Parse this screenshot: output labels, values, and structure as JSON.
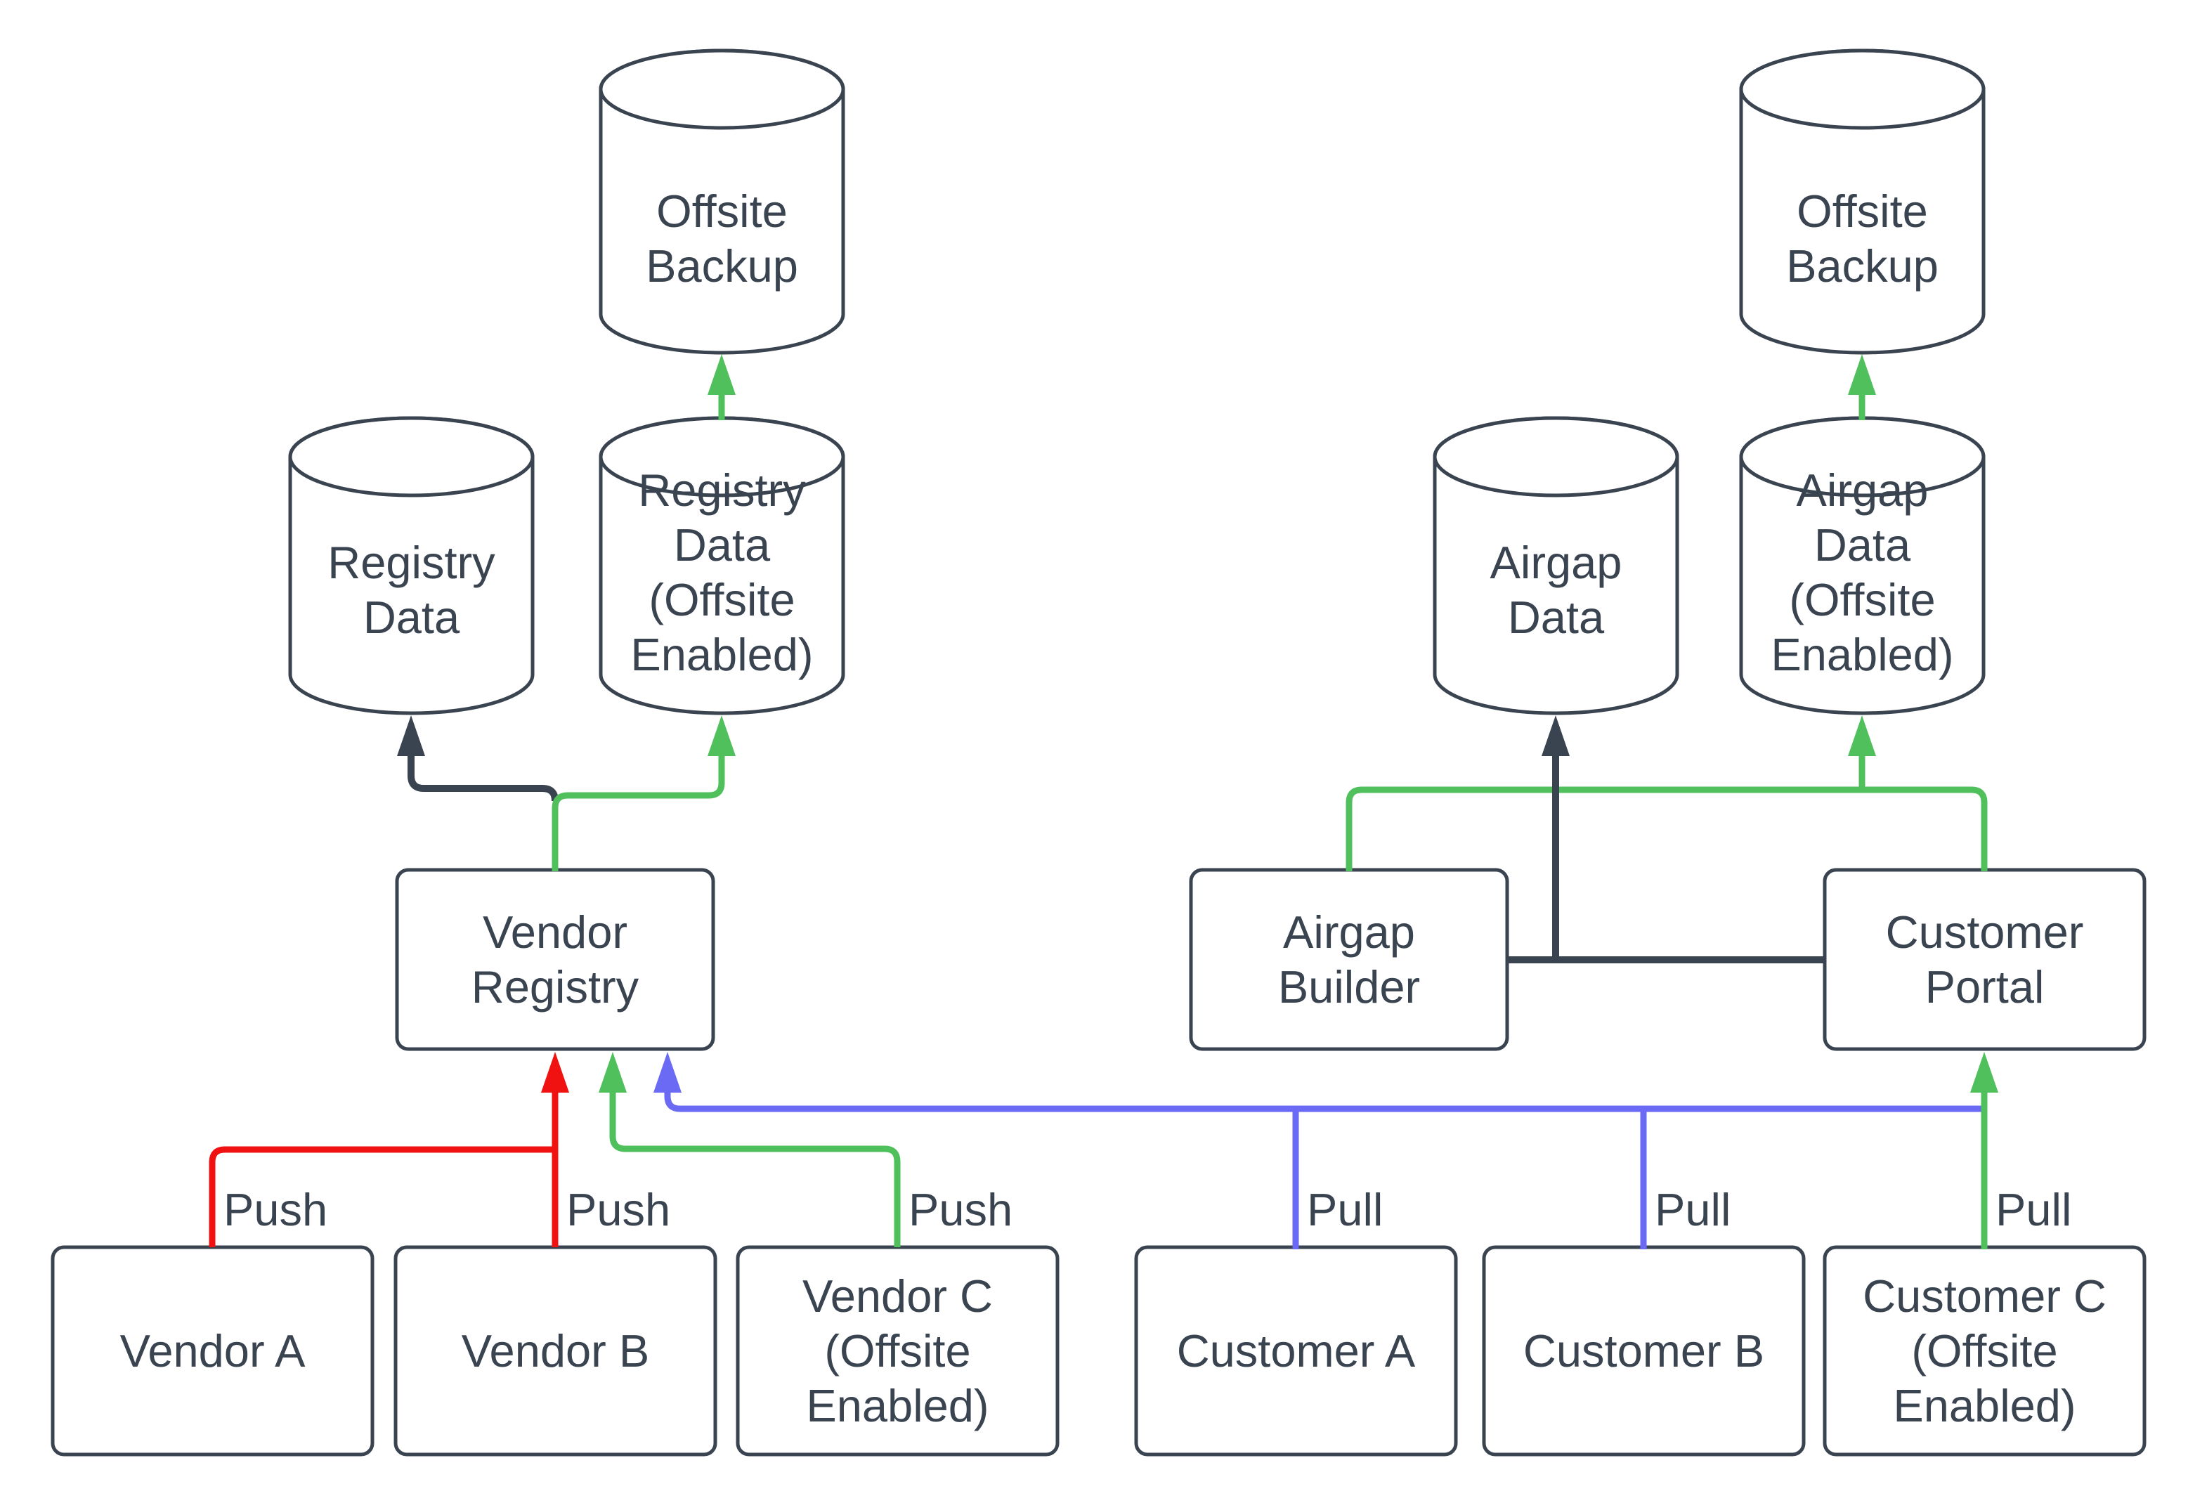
{
  "colors": {
    "line_dark": "#3a4450",
    "green": "#4fc05b",
    "red": "#f01111",
    "blue": "#6b6af5",
    "background": "#ffffff"
  },
  "nodes": {
    "offsite_backup_left": "Offsite\nBackup",
    "registry_data": "Registry\nData",
    "registry_data_offsite": "Registry\nData\n(Offsite\nEnabled)",
    "vendor_registry": "Vendor\nRegistry",
    "vendor_a": "Vendor A",
    "vendor_b": "Vendor B",
    "vendor_c": "Vendor C\n(Offsite\nEnabled)",
    "airgap_data": "Airgap\nData",
    "airgap_data_offsite": "Airgap\nData\n(Offsite\nEnabled)",
    "airgap_builder": "Airgap\nBuilder",
    "customer_portal": "Customer\nPortal",
    "customer_a": "Customer A",
    "customer_b": "Customer B",
    "customer_c": "Customer C\n(Offsite\nEnabled)",
    "offsite_backup_right": "Offsite\nBackup"
  },
  "edge_labels": {
    "push_vendor_a": "Push",
    "push_vendor_b": "Push",
    "push_vendor_c": "Push",
    "pull_customer_a": "Pull",
    "pull_customer_b": "Pull",
    "pull_customer_c": "Pull"
  }
}
